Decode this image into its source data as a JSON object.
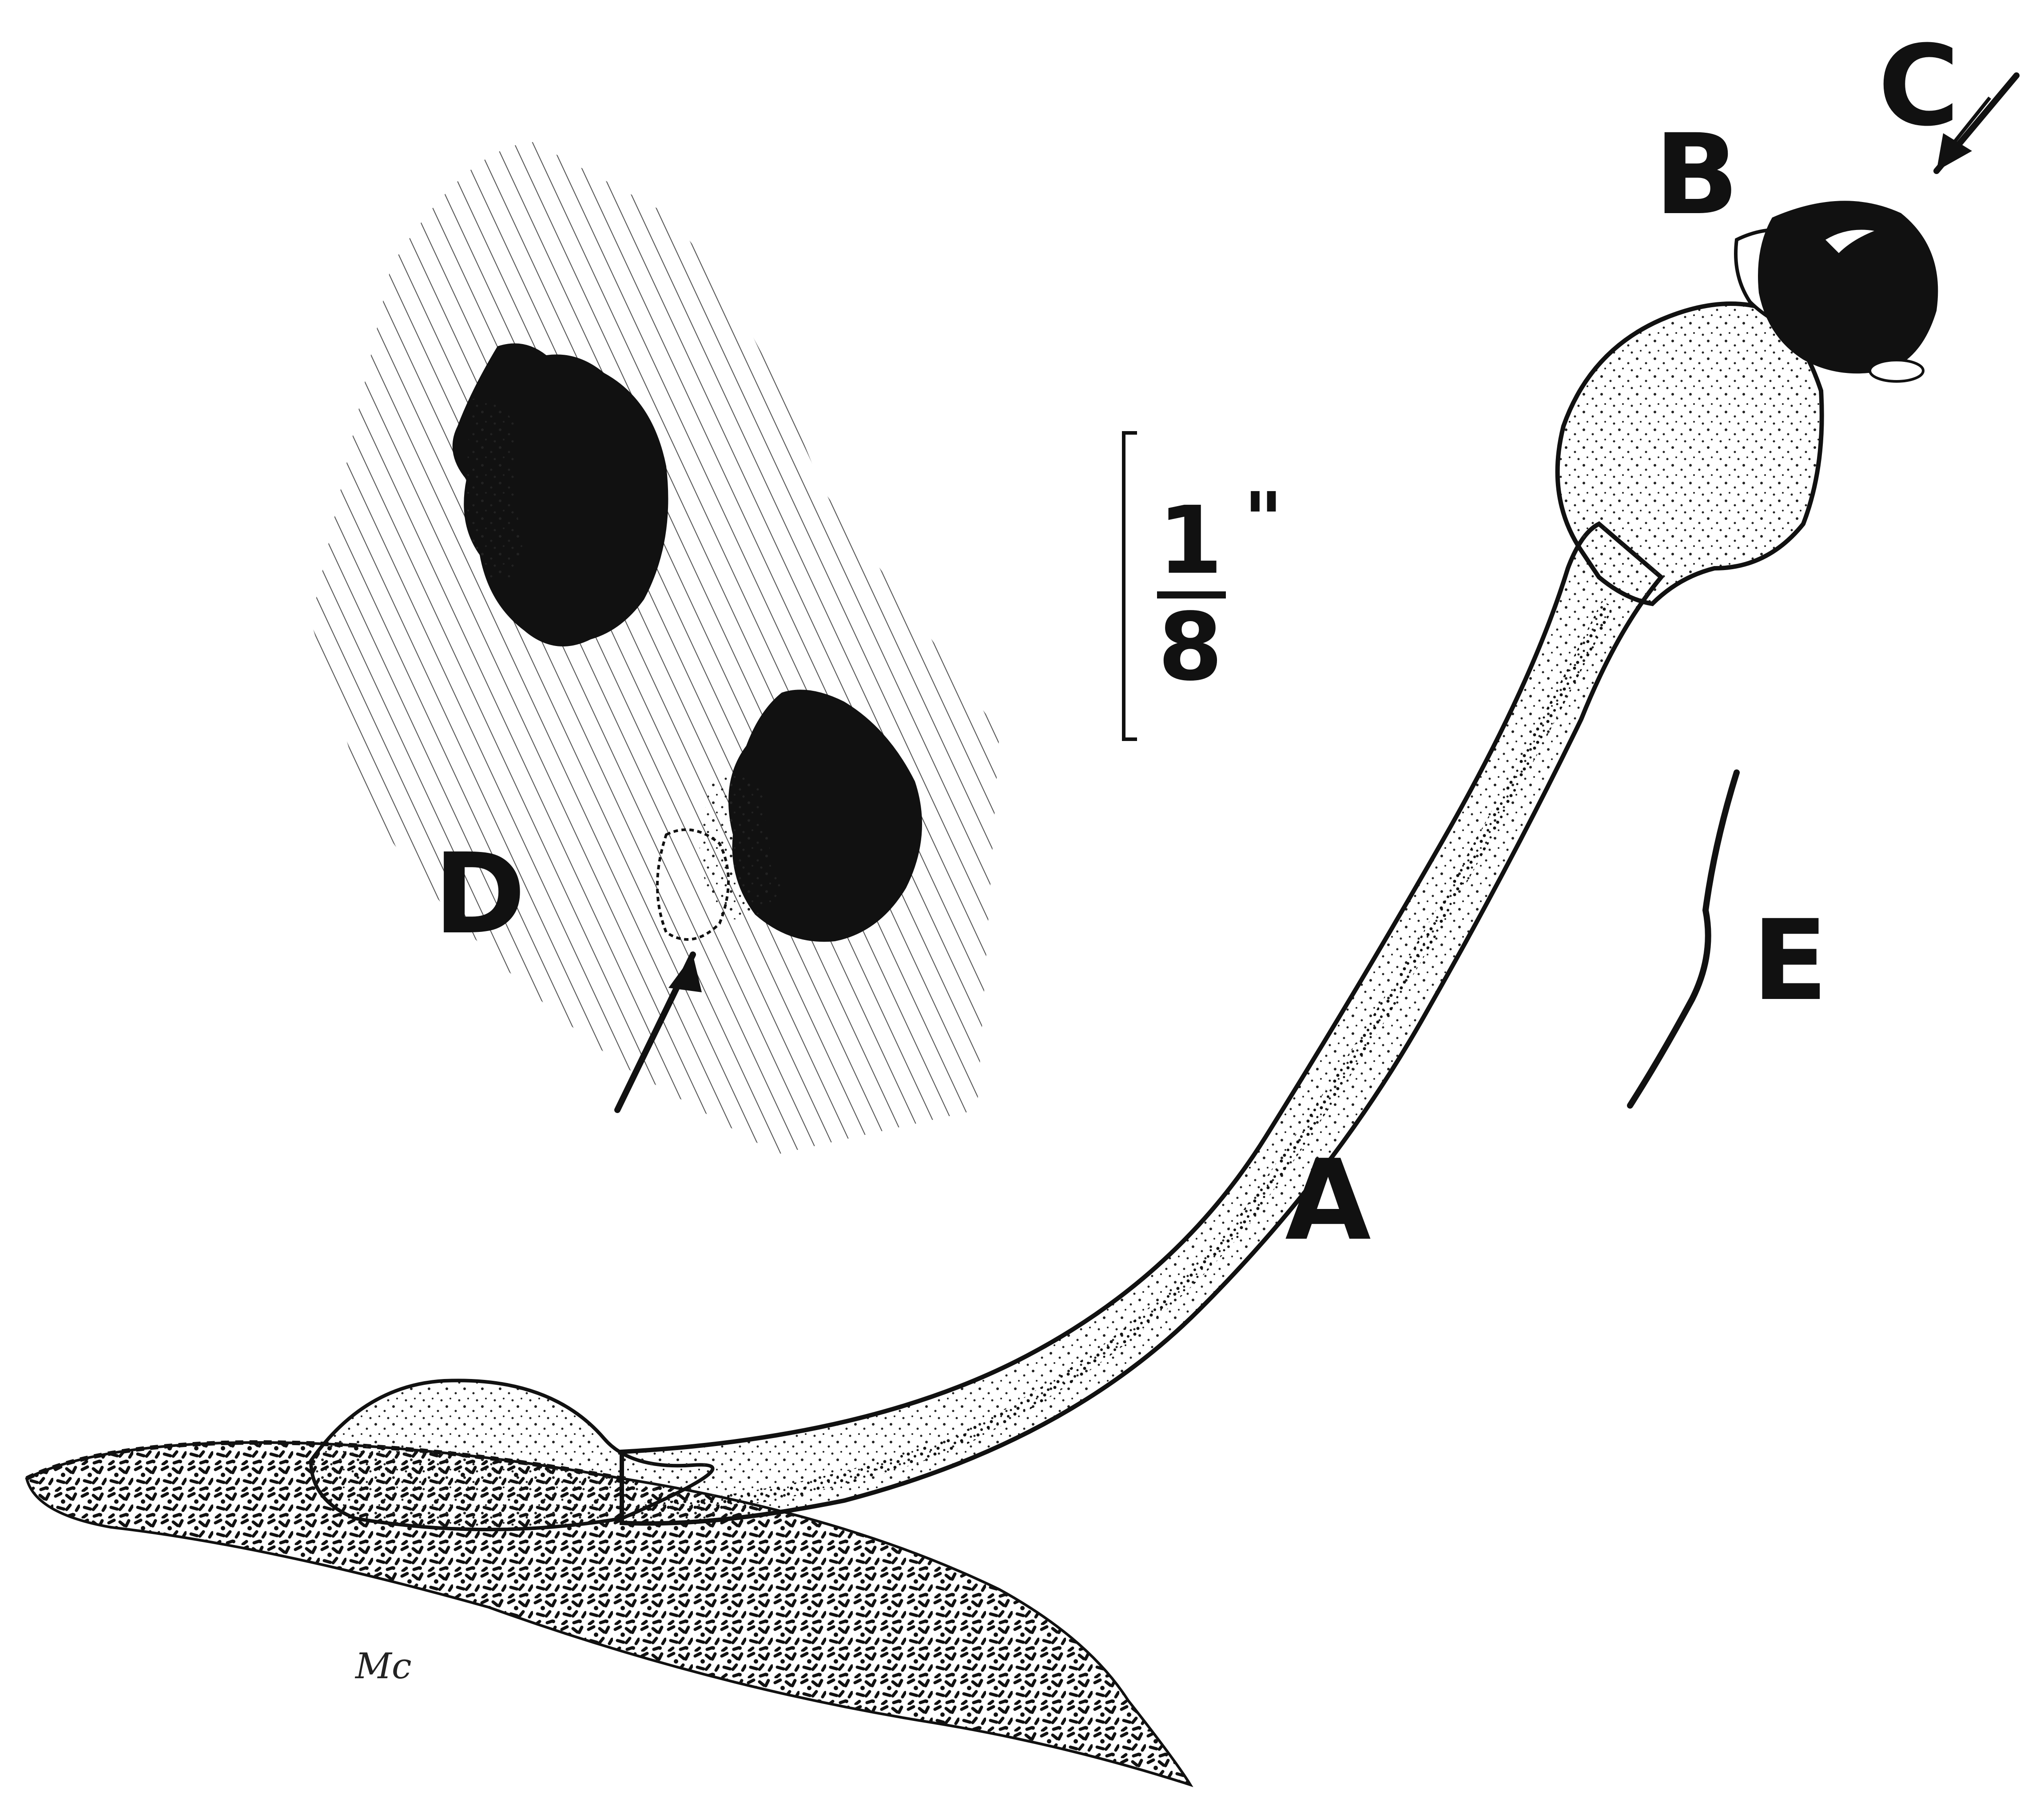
{
  "figure": {
    "labels": {
      "a": "A",
      "b": "B",
      "c": "C",
      "d": "D",
      "e": "E"
    },
    "scale_bar": {
      "numerator": "1",
      "denominator": "8",
      "unit_mark": "\""
    },
    "artist_signature": "Mc",
    "colors": {
      "ink": "#111111",
      "paper": "#ffffff"
    }
  }
}
